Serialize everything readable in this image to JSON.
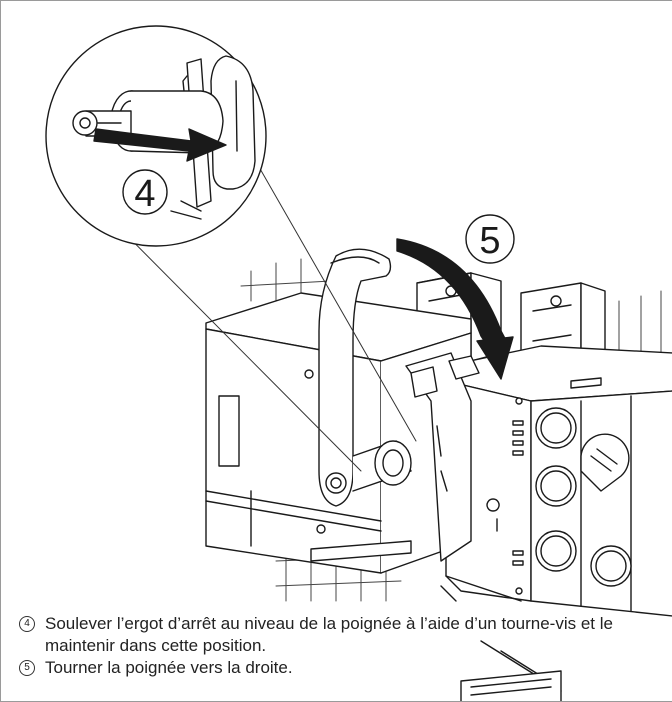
{
  "illustration": {
    "callout_detail": "4",
    "callout_rotation": "5"
  },
  "steps": [
    {
      "marker": "4",
      "text": "Soulever l’ergot d’arrêt au niveau de la poignée à l’aide d’un tourne-vis et le maintenir dans cette position."
    },
    {
      "marker": "5",
      "text": "Tourner la poignée vers la droite."
    }
  ]
}
